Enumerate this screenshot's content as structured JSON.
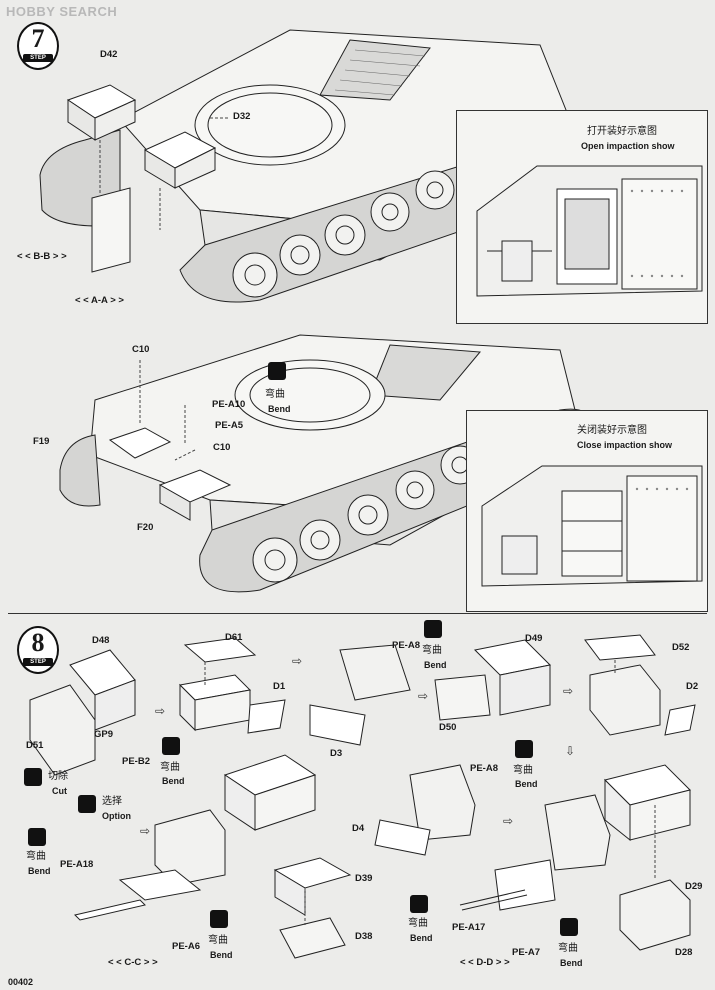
{
  "watermark": {
    "text": "HOBBY SEARCH"
  },
  "step7": {
    "number": "7",
    "step_word": "STEP",
    "parts": {
      "d42": "D42",
      "d32": "D32",
      "c10_top": "C10",
      "pe_a10": "PE-A10",
      "pe_a5": "PE-A5",
      "c10_mid": "C10",
      "f19": "F19",
      "f20": "F20"
    },
    "section_marks": {
      "bb": "< < B-B > >",
      "aa": "< < A-A > >"
    },
    "bend": {
      "cn": "弯曲",
      "en": "Bend"
    },
    "open_detail": {
      "cn": "打开装好示意图",
      "en": "Open impaction show"
    },
    "close_detail": {
      "cn": "关闭装好示意图",
      "en": "Close impaction show"
    }
  },
  "step8": {
    "number": "8",
    "step_word": "STEP",
    "parts": {
      "d48": "D48",
      "d61": "D61",
      "d1": "D1",
      "pe_a8_a": "PE-A8",
      "d49": "D49",
      "d52": "D52",
      "d51": "D51",
      "gp9": "GP9",
      "pe_b2": "PE-B2",
      "d3": "D3",
      "d50": "D50",
      "d2": "D2",
      "pe_a8_b": "PE-A8",
      "d4": "D4",
      "d39": "D39",
      "d38": "D38",
      "pe_a18": "PE-A18",
      "pe_a6": "PE-A6",
      "pe_a17": "PE-A17",
      "pe_a7": "PE-A7",
      "d29": "D29",
      "d28": "D28"
    },
    "section_marks": {
      "cc": "< < C-C > >",
      "dd": "< < D-D > >"
    },
    "cut": {
      "cn": "切除",
      "en": "Cut"
    },
    "option": {
      "cn": "选择",
      "en": "Option"
    },
    "bend": {
      "cn": "弯曲",
      "en": "Bend"
    }
  },
  "page_number": "00402",
  "colors": {
    "paper": "#ececea",
    "ink": "#1a1a1a",
    "divider": "#333333"
  }
}
